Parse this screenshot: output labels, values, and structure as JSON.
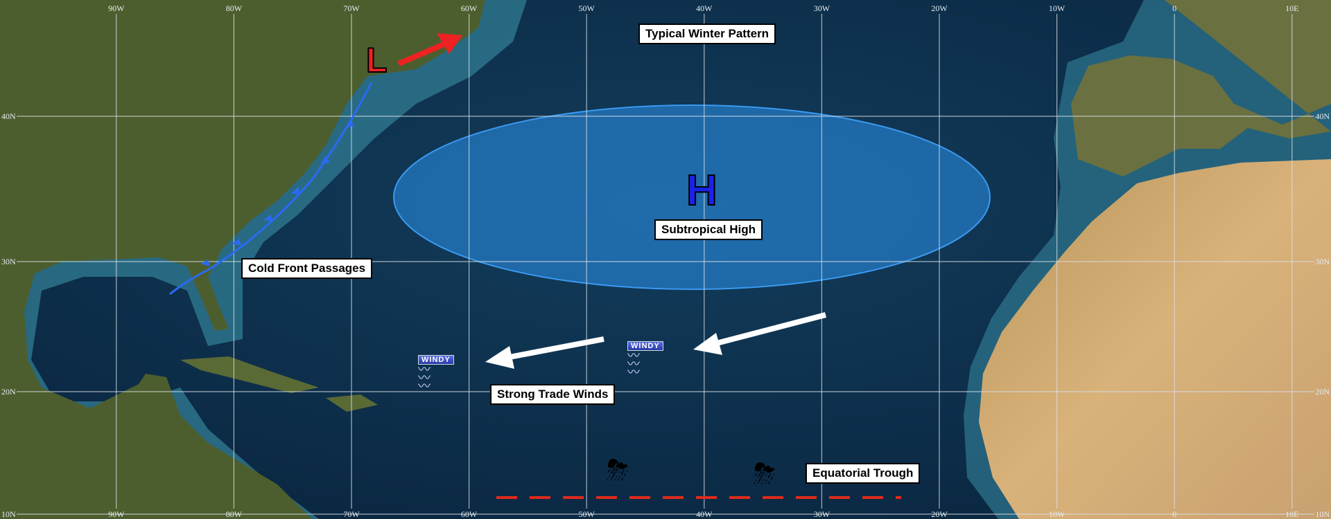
{
  "title": "Typical Winter Pattern",
  "grid": {
    "longitudes": [
      "90W",
      "80W",
      "70W",
      "60W",
      "50W",
      "40W",
      "30W",
      "20W",
      "10W",
      "0",
      "10E"
    ],
    "latitudes": [
      "40N",
      "30N",
      "20N",
      "10N"
    ]
  },
  "features": {
    "high_label": "Subtropical High",
    "high_symbol": "H",
    "low_symbol": "L",
    "cold_front_label": "Cold Front Passages",
    "trade_winds_label": "Strong Trade Winds",
    "trough_label": "Equatorial Trough",
    "windy_tag": "WINDY"
  },
  "colors": {
    "high": "#1a22e8",
    "low": "#ee2222",
    "front": "#2a6af0",
    "trough": "#e02a1a"
  }
}
